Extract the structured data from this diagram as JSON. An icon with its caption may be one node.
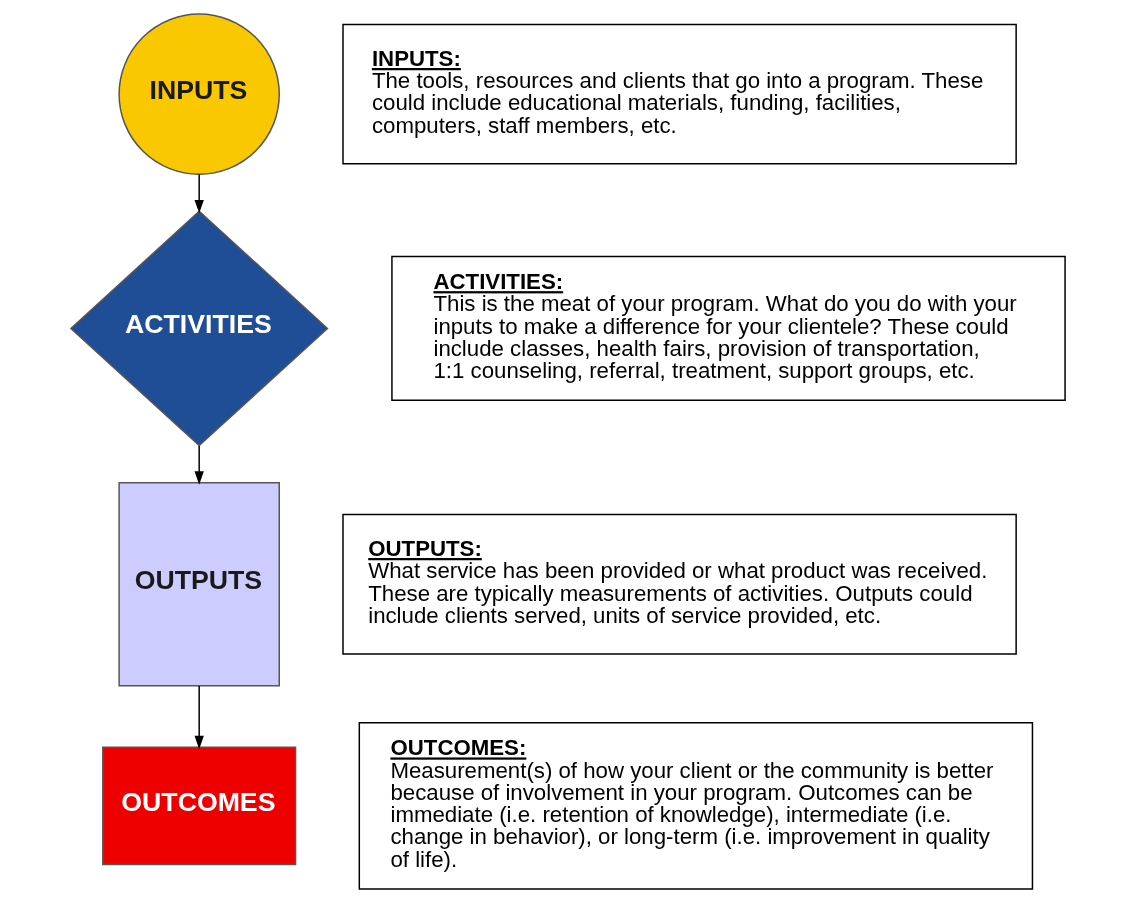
{
  "diagram": {
    "nodes": [
      {
        "text": [
          "INPUTS"
        ]
      },
      {
        "text": [
          "ACTIVITIES"
        ]
      },
      {
        "text": [
          "OUTPUTS"
        ]
      },
      {
        "text": [
          "OUTCOMES"
        ]
      },
      {
        "text": [
          "INPUTS:",
          "The tools, resources and clients that go into a program. These could include educational materials, funding, facilities, computers, staff members, etc."
        ]
      },
      {
        "text": [
          "ACTIVITIES:",
          "This is the meat of your program. What do you do with your inputs to make a difference for your clientele? These could include classes, health fairs, provision of transportation, 1:1 counseling, referral, treatment, support groups, etc."
        ]
      },
      {
        "text": [
          "OUTPUTS:",
          "What service has been provided or what product was received. These are typically measurements of activities. Outputs could include clients served, units of service provided, etc."
        ]
      },
      {
        "text": [
          "OUTCOMES:",
          "Measurement(s) of how your client or the community is better because of involvement in your program. Outcomes can be immediate (i.e. retention of knowledge), intermediate (i.e. change in behavior), or long-term (i.e. improvement in quality of life)."
        ]
      }
    ],
    "edges": [
      {
        "from": 0,
        "to": 1,
        "arrow": "to"
      },
      {
        "from": 1,
        "to": 2,
        "arrow": "to"
      },
      {
        "from": 2,
        "to": 3,
        "arrow": "to"
      }
    ]
  }
}
